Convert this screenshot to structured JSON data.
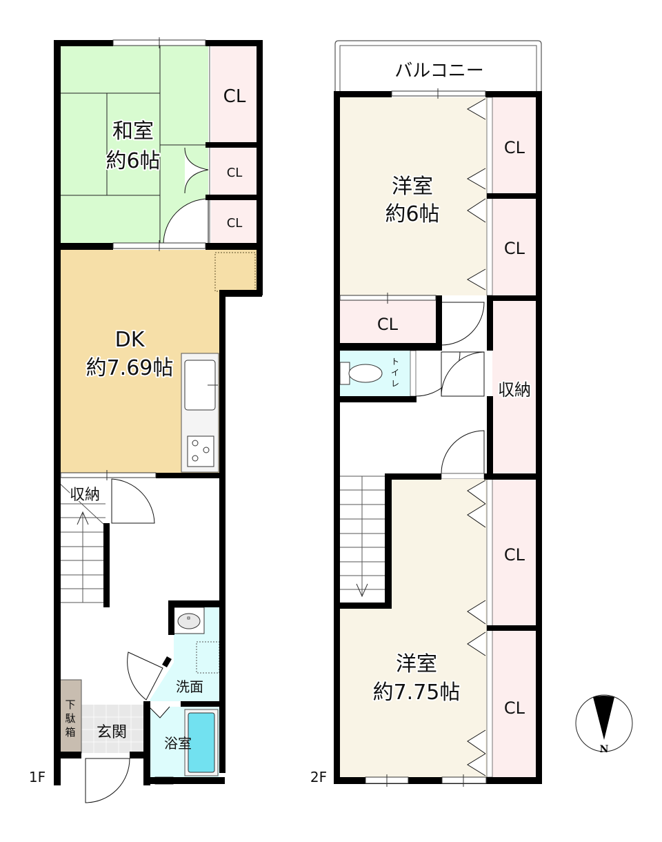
{
  "colors": {
    "wall": "#000000",
    "washitsu": "#d8fbd0",
    "dk": "#f6dfa8",
    "closet": "#fdeeee",
    "wet": "#ddfcfc",
    "bathtub": "#72e1f0",
    "yoshitsu": "#f9f4e6",
    "shoebox": "#c8bdb0",
    "genkan": "#e8e8e8",
    "floor": "#ffffff"
  },
  "floor1": {
    "label": "1F",
    "washitsu": {
      "name": "和室",
      "size": "約6帖"
    },
    "closets": [
      "CL",
      "CL",
      "CL"
    ],
    "dk": {
      "name": "DK",
      "size": "約7.69帖"
    },
    "storage": "収納",
    "senmen": "洗面",
    "bath": "浴室",
    "genkan": "玄関",
    "shoebox": [
      "下",
      "駄",
      "箱"
    ]
  },
  "floor2": {
    "label": "2F",
    "balcony": "バルコニー",
    "room1": {
      "name": "洋室",
      "size": "約6帖"
    },
    "room2": {
      "name": "洋室",
      "size": "約7.75帖"
    },
    "closets": [
      "CL",
      "CL",
      "CL",
      "CL",
      "CL"
    ],
    "toilet": [
      "ト",
      "イ",
      "レ"
    ],
    "storage": "収納"
  },
  "compass": {
    "label": "N"
  }
}
